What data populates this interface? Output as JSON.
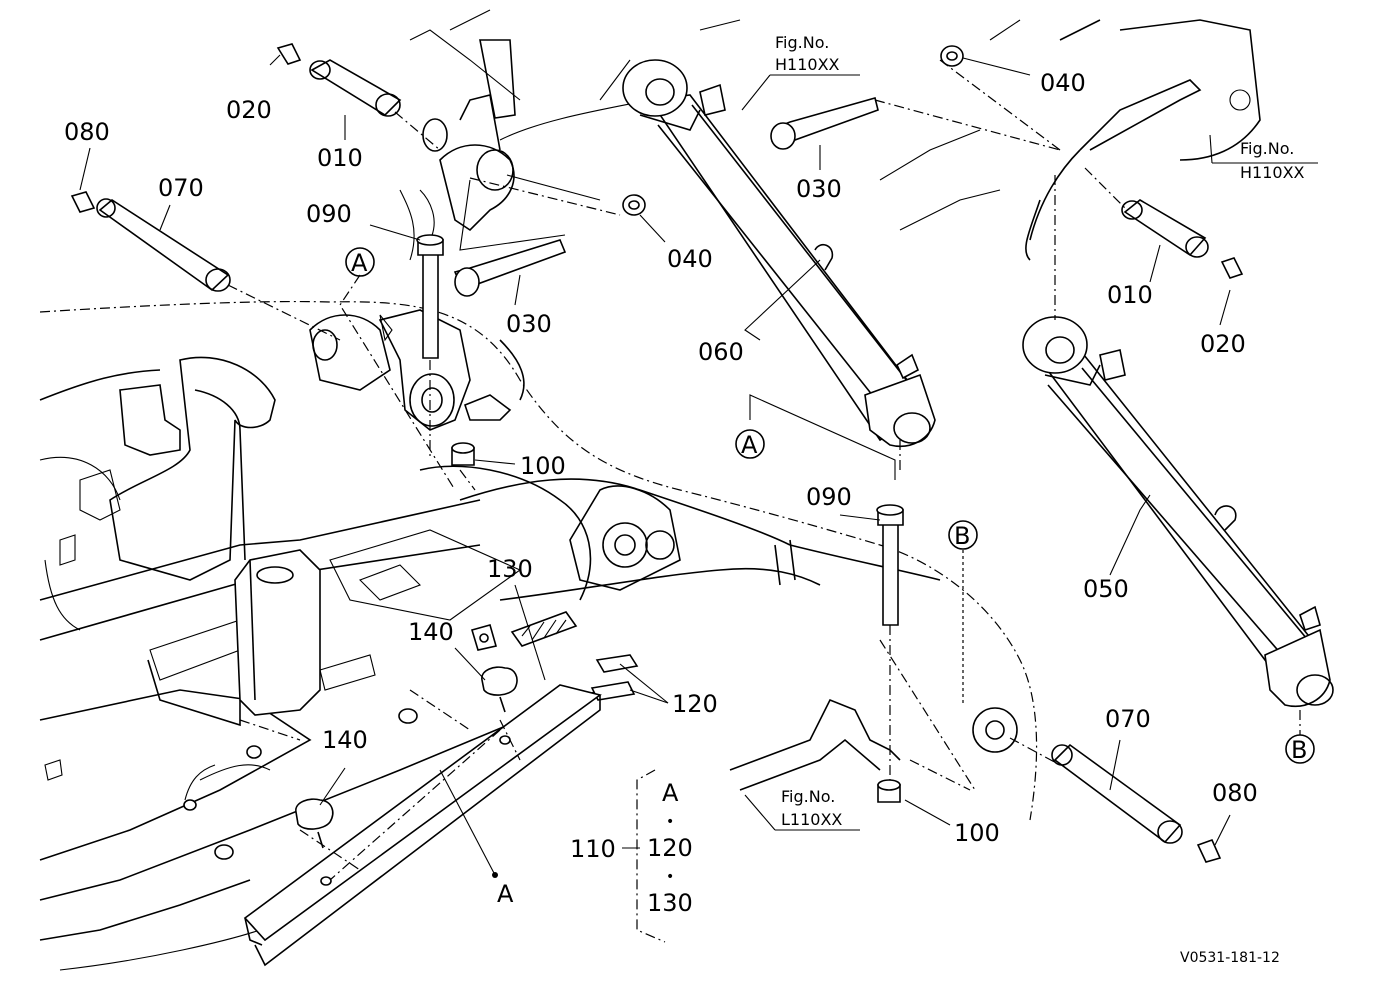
{
  "drawing_id": "V0531-181-12",
  "parts": {
    "p010a": "010",
    "p010b": "010",
    "p020a": "020",
    "p020b": "020",
    "p030a": "030",
    "p030b": "030",
    "p040a": "040",
    "p040b": "040",
    "p050": "050",
    "p060": "060",
    "p070a": "070",
    "p070b": "070",
    "p080a": "080",
    "p080b": "080",
    "p090a": "090",
    "p090b": "090",
    "p100a": "100",
    "p100b": "100",
    "p110": "110",
    "p120": "120",
    "p130": "130",
    "p140a": "140",
    "p140b": "140"
  },
  "kit_group": {
    "line1": "A",
    "sep1": "•",
    "line2": "120",
    "sep2": "•",
    "line3": "130"
  },
  "markers": {
    "a1": "A",
    "a2": "A",
    "a3": "A",
    "b1": "B",
    "b2": "B"
  },
  "fig_refs": {
    "top_center": {
      "label": "Fig.No.",
      "code": "H110XX"
    },
    "top_right": {
      "label": "Fig.No.",
      "code": "H110XX"
    },
    "bottom": {
      "label": "Fig.No.",
      "code": "L110XX"
    }
  }
}
